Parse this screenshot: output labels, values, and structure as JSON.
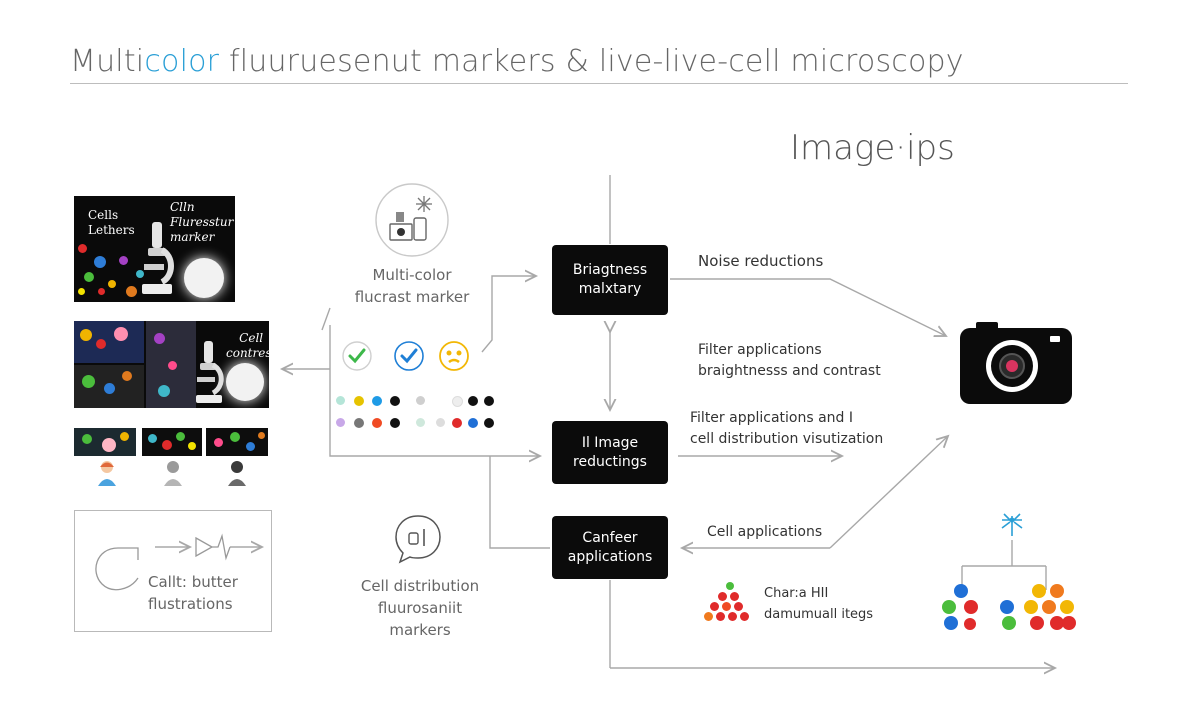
{
  "header": {
    "title_part1": "Multi",
    "title_accent": "color",
    "title_part2": " fluuruesenut markers &  live-live-cell microscopy",
    "right_heading": "Image·ips"
  },
  "left_panels": {
    "panel1": {
      "label_a": "Cells\nLethers",
      "label_b": "Clln\nFluresstur\nmarker"
    },
    "panel2": {
      "label": "Cell\ncontrest"
    }
  },
  "callout_box": {
    "label": "Callt: butter\nflustrations"
  },
  "middle": {
    "marker_caption": "Multi-color\nflucrast marker",
    "distribution_caption": "Cell distribution\nfluurosaniit markers"
  },
  "process_boxes": [
    {
      "id": "brightness",
      "label": "Briagtness\nmalxtary"
    },
    {
      "id": "image",
      "label": "Il Image\nreductings"
    },
    {
      "id": "canfeer",
      "label": "Canfeer\napplications"
    }
  ],
  "annotations": {
    "noise": "Noise reductions",
    "filter1": "Filter applications\nbraightnesss and contrast",
    "filter2": "Filter applications and I\n cell distribution visutization",
    "cell_apps": "Cell applications",
    "chart_label": "Char:a HII\ndamumuall itegs"
  },
  "colors": {
    "box": "#0b0b0b",
    "accent": "#2a9fd6",
    "arrow": "#a8a8a8",
    "check_green": "#3db84a",
    "check_blue": "#1f7fd6",
    "warn_yellow": "#f2b705"
  },
  "icons": [
    "microscope-icon",
    "camera-icon",
    "check-green-icon",
    "check-blue-icon",
    "warning-face-icon",
    "person-icon",
    "chat-bubble-icon",
    "network-icon",
    "device-cluster-icon"
  ]
}
